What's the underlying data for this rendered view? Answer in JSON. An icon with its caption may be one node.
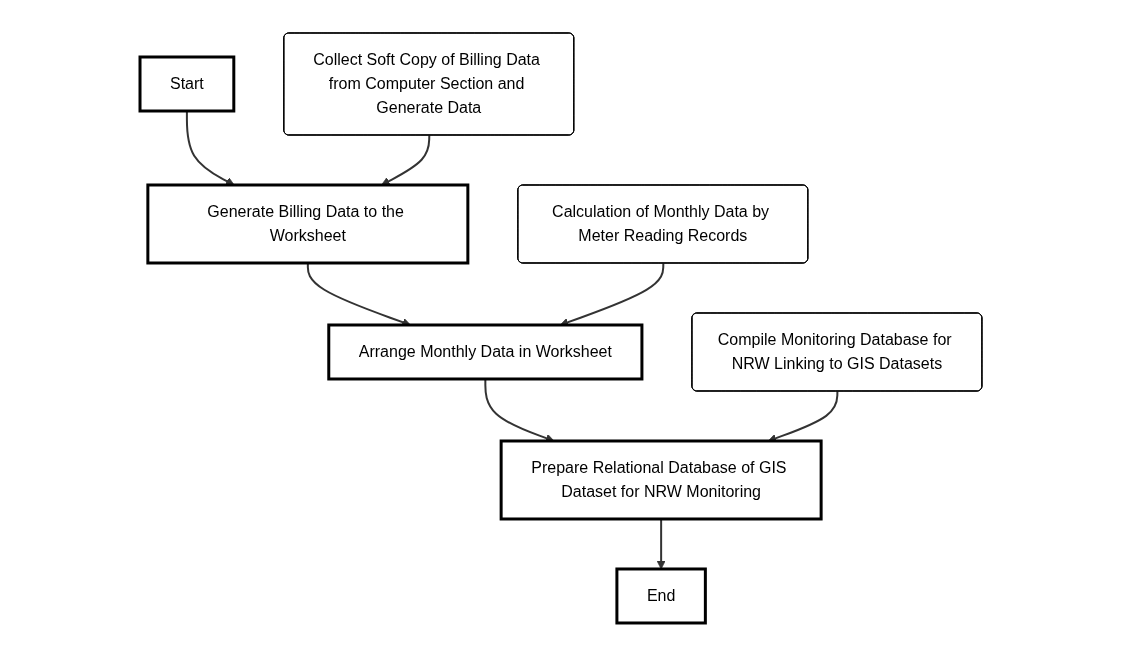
{
  "diagram": {
    "nodes": [
      {
        "text": [
          "Start"
        ]
      },
      {
        "text": [
          "Generate Billing Data to the Worksheet"
        ]
      },
      {
        "text": [
          "Collect Soft Copy of Billing Data from Computer Section and Generate Data"
        ]
      },
      {
        "text": [
          "Arrange Monthly Data in Worksheet"
        ]
      },
      {
        "text": [
          "Calculation of Monthly Data by Meter Reading Records"
        ]
      },
      {
        "text": [
          "Prepare Relational Database of GIS Dataset for NRW Monitoring"
        ]
      },
      {
        "text": [
          "Compile Monitoring Database for NRW Linking to GIS Datasets"
        ]
      },
      {
        "text": [
          "End"
        ]
      }
    ],
    "edges": [
      {
        "from": 0,
        "to": 1,
        "arrow": "to"
      },
      {
        "from": 2,
        "to": 1,
        "arrow": "to"
      },
      {
        "from": 1,
        "to": 3,
        "arrow": "to"
      },
      {
        "from": 4,
        "to": 3,
        "arrow": "to"
      },
      {
        "from": 3,
        "to": 5,
        "arrow": "to"
      },
      {
        "from": 6,
        "to": 5,
        "arrow": "to"
      },
      {
        "from": 5,
        "to": 7,
        "arrow": "to"
      }
    ]
  }
}
